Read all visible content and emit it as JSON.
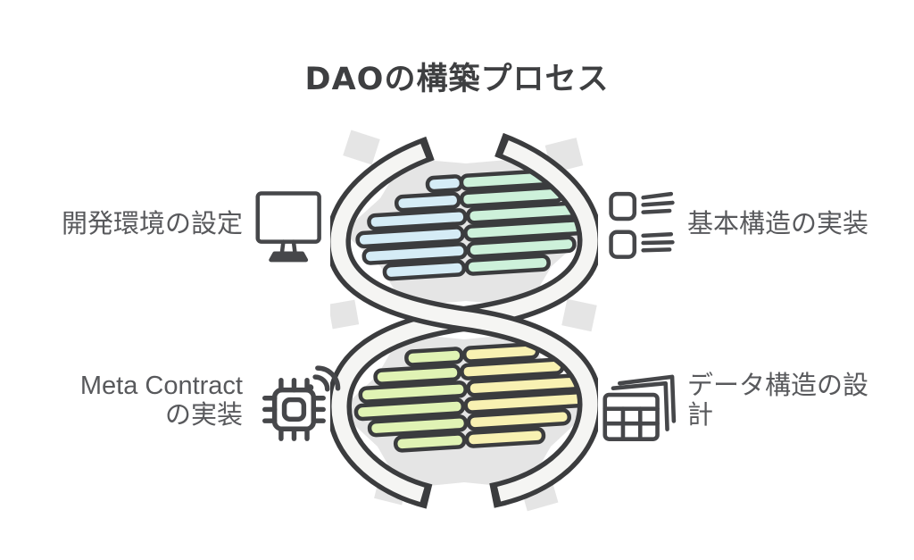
{
  "title": "DAOの構築プロセス",
  "steps": [
    {
      "position": "top-left",
      "label": "開発環境の設定",
      "icon": "monitor-icon"
    },
    {
      "position": "top-right",
      "label": "基本構造の実装",
      "icon": "list-icon"
    },
    {
      "position": "bottom-left",
      "label_lines": [
        "Meta Contract",
        "の実装"
      ],
      "icon": "chip-icon"
    },
    {
      "position": "bottom-right",
      "label": "データ構造の設計",
      "icon": "table-stack-icon"
    }
  ],
  "helix": {
    "description": "hand-drawn DNA double helix with colored rungs and torn-paper gray shadow",
    "colors": {
      "rung_top_left": "#d5ecf6",
      "rung_top_right": "#cdf1da",
      "rung_bottom_left": "#e0f3b4",
      "rung_bottom_right": "#f8f1b2",
      "outline": "#3b3c3e",
      "strand_fill": "#f5f5f3",
      "shadow": "#e5e5e5"
    }
  },
  "text_colors": {
    "title": "#3e3f41",
    "labels": "#58595c",
    "icons": "#46474a"
  }
}
